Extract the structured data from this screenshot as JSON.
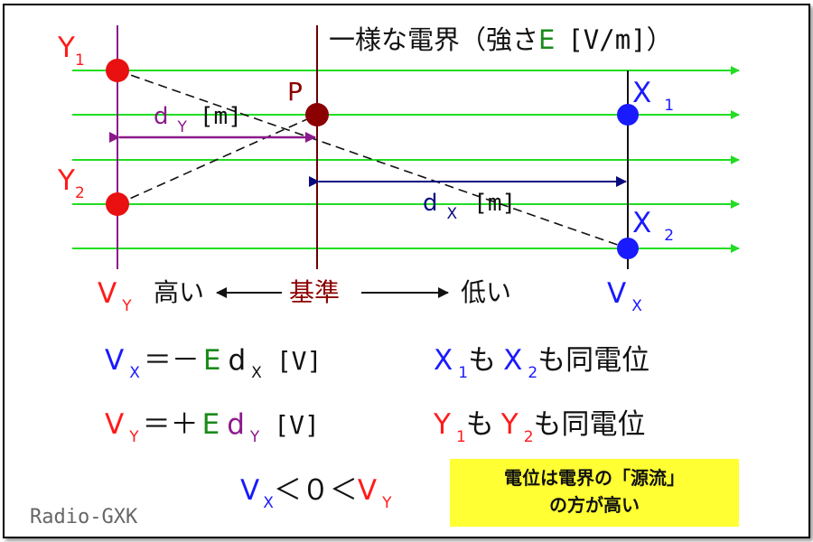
{
  "title": {
    "text": "一様な電界（強さ",
    "E": "E",
    "unit": "[V/m]",
    "close": "）"
  },
  "points": {
    "Y1": {
      "letter": "Y",
      "sub": "1"
    },
    "Y2": {
      "letter": "Y",
      "sub": "2"
    },
    "P": "P",
    "X1": {
      "letter": "X",
      "sub": "1"
    },
    "X2": {
      "letter": "X",
      "sub": "2"
    }
  },
  "distances": {
    "dY": {
      "d": "d",
      "sub": "Y",
      "unit": "[m]"
    },
    "dX": {
      "d": "d",
      "sub": "X",
      "unit": "[m]"
    }
  },
  "potential_row": {
    "VY": {
      "letter": "V",
      "sub": "Y"
    },
    "high": "高い",
    "ref": "基準",
    "low": "低い",
    "VX": {
      "letter": "V",
      "sub": "X"
    }
  },
  "eq1": {
    "V": "V",
    "Vsub": "X",
    "rel": "＝－",
    "E": "E",
    "d": "d",
    "dsub": "X",
    "unit": "[V]",
    "x1": "X",
    "x1sub": "1",
    "mo1": "も",
    "x2": "X",
    "x2sub": "2",
    "tail": "も同電位"
  },
  "eq2": {
    "V": "V",
    "Vsub": "Y",
    "rel": "＝＋",
    "E": "E",
    "d": "d",
    "dsub": "Y",
    "unit": "[V]",
    "y1": "Y",
    "y1sub": "1",
    "mo1": "も",
    "y2": "Y",
    "y2sub": "2",
    "tail": "も同電位"
  },
  "ineq": {
    "vx": "V",
    "vxsub": "X",
    "lt1": "＜０＜",
    "vy": "V",
    "vysub": "Y"
  },
  "note": {
    "line1": "電位は電界の「源流」",
    "line2": "の方が高い"
  },
  "watermark": "Radio-GXK",
  "colors": {
    "field": "#22dd22",
    "red": "#ff1a1a",
    "blue": "#1a1aff",
    "maroon": "#8b0000",
    "purple": "#8b1a8b",
    "navy": "#0a0a80",
    "note_bg": "#ffff33"
  }
}
